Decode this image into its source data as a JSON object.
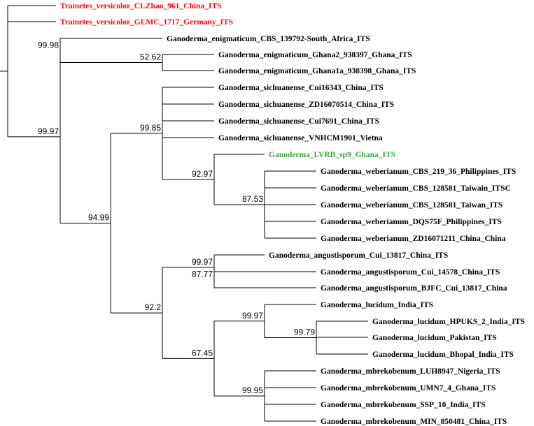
{
  "tree": {
    "colors": {
      "default": "#000000",
      "outgroup": "#e8141b",
      "query": "#3aa83a"
    },
    "tips": [
      {
        "id": "t1",
        "label": "Trametes_versicolor_CLZhao_961_China_ITS",
        "color": "outgroup"
      },
      {
        "id": "t2",
        "label": "Trametes_versicolor_GLMC_1717_Germany_ITS",
        "color": "outgroup"
      },
      {
        "id": "t3",
        "label": "Ganoderma_enigmaticum_CBS_139792-South_Africa_ITS",
        "color": "default"
      },
      {
        "id": "t4",
        "label": "Ganoderma_enigmaticum_Ghana2_938397_Ghana_ITS",
        "color": "default"
      },
      {
        "id": "t5",
        "label": "Ganoderma_enigmaticum_Ghana1a_938398_Ghana_ITS",
        "color": "default"
      },
      {
        "id": "t6",
        "label": "Ganoderma_sichuanense_Cui16343_China_ITS",
        "color": "default"
      },
      {
        "id": "t7",
        "label": "Ganoderma_sichuanense_ZD16070514_China_ITS",
        "color": "default"
      },
      {
        "id": "t8",
        "label": "Ganoderma_sichuanense_Cui7691_China_ITS",
        "color": "default"
      },
      {
        "id": "t9",
        "label": "Ganoderma_sichuanense_VNHCM1901_Vietna",
        "color": "default"
      },
      {
        "id": "t10",
        "label": "Ganoderma_LVRB_sp9_Ghana_ITS",
        "color": "query"
      },
      {
        "id": "t11",
        "label": "Ganoderma_weberianum_CBS_219_36_Philippines_ITS",
        "color": "default"
      },
      {
        "id": "t12",
        "label": "Ganoderma_weberianum_CBS_128581_Taiwain_ITSC",
        "color": "default"
      },
      {
        "id": "t13",
        "label": "Ganoderma_weberianum_CBS_128581_Taiwan_ITS",
        "color": "default"
      },
      {
        "id": "t14",
        "label": "Ganoderma_weberianum_DQS75F_Philippines_ITS",
        "color": "default"
      },
      {
        "id": "t15",
        "label": "Ganoderma_weberianum_ZD16071211_China_China",
        "color": "default"
      },
      {
        "id": "t16",
        "label": "Ganoderma_angustisporum_Cui_13817_China_ITS",
        "color": "default"
      },
      {
        "id": "t17",
        "label": "Ganoderma_angustisporum_Cui_14578_China_ITS",
        "color": "default"
      },
      {
        "id": "t18",
        "label": "Ganoderma_angustisporum_BJFC_Cui_13817_China",
        "color": "default"
      },
      {
        "id": "t19",
        "label": "Ganoderma_lucidum_India_ITS",
        "color": "default"
      },
      {
        "id": "t20",
        "label": "Ganoderma_lucidum_HPUKS_2_India_ITS",
        "color": "default"
      },
      {
        "id": "t21",
        "label": "Ganoderma_lucidum_Pakistan_ITS",
        "color": "default"
      },
      {
        "id": "t22",
        "label": "Ganoderma_lucidum_Bhopal_India_ITS",
        "color": "default"
      },
      {
        "id": "t23",
        "label": "Ganoderma_mbrekobenum_LUH8947_Nigeria_ITS",
        "color": "default"
      },
      {
        "id": "t24",
        "label": "Ganoderma_mbrekobenum_UMN7_4_Ghana_ITS",
        "color": "default"
      },
      {
        "id": "t25",
        "label": "Ganoderma_mbrekobenum_SSP_10_India_ITS",
        "color": "default"
      },
      {
        "id": "t26",
        "label": "Ganoderma_mbrekobenum_MIN_850481_China_ITS",
        "color": "default"
      }
    ],
    "nodes": [
      {
        "id": "n_enig_sub",
        "support": "52.62"
      },
      {
        "id": "n_enig",
        "support": "99.98"
      },
      {
        "id": "n_web",
        "support": "87.53"
      },
      {
        "id": "n_lvrb_web",
        "support": "92.97"
      },
      {
        "id": "n_sich",
        "support": "99.85"
      },
      {
        "id": "n_ang_sub",
        "support": "87.77"
      },
      {
        "id": "n_ang",
        "support": "99.97"
      },
      {
        "id": "n_luc_sub",
        "support": "99.79"
      },
      {
        "id": "n_luc",
        "support": "99.97"
      },
      {
        "id": "n_mbr",
        "support": "99.95"
      },
      {
        "id": "n_luc_mbr",
        "support": "67.45"
      },
      {
        "id": "n_lower",
        "support": "92.2"
      },
      {
        "id": "n_mid",
        "support": "94.99"
      },
      {
        "id": "n_ganoderma",
        "support": "99.97"
      },
      {
        "id": "n_root",
        "support": ""
      }
    ]
  }
}
